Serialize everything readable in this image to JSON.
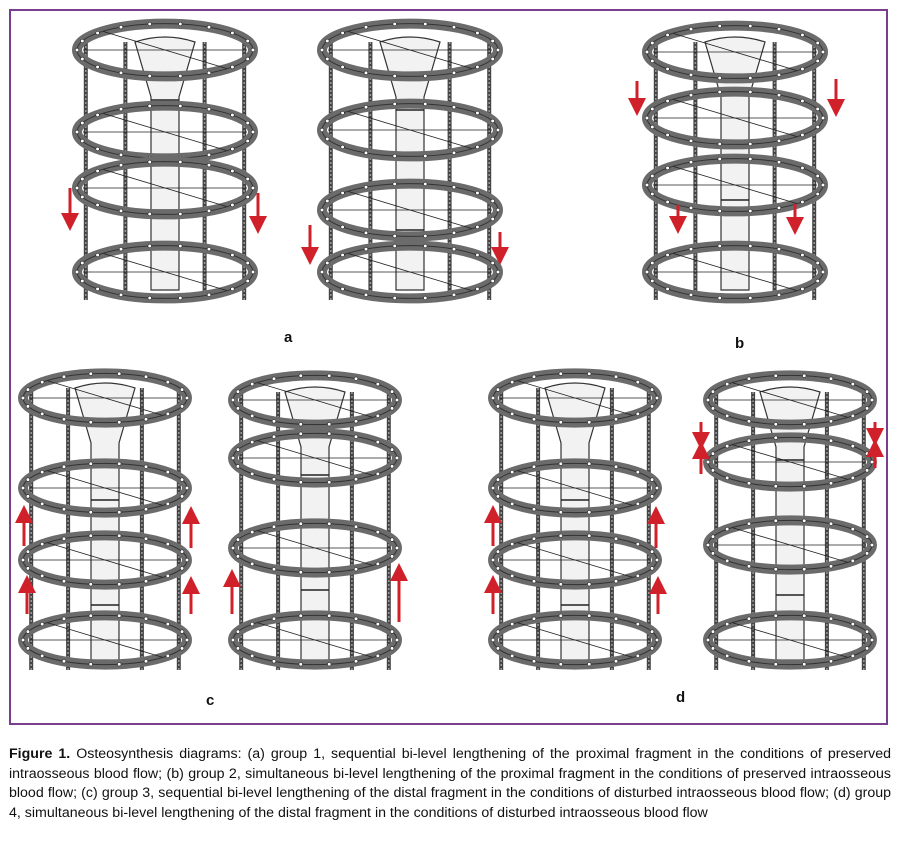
{
  "figure": {
    "panels": [
      {
        "id": "panel-a",
        "label": "a"
      },
      {
        "id": "panel-b",
        "label": "b"
      },
      {
        "id": "panel-c",
        "label": "c"
      },
      {
        "id": "panel-d",
        "label": "d"
      }
    ],
    "caption_label": "Figure 1.",
    "caption_text": " Osteosynthesis diagrams: (a) group 1, sequential bi-level lengthening of the proximal fragment in the conditions of preserved intraosseous blood flow; (b) group 2, simultaneous bi-level lengthening of the proximal fragment in the conditions of preserved intraosseous blood flow; (c) group 3, sequential bi-level lengthening of the distal fragment in the conditions of disturbed intraosseous blood flow; (d) group 4, simultaneous bi-level lengthening of the distal fragment in the conditions of disturbed intraosseous blood flow"
  },
  "colors": {
    "frame": "#7a3f8c",
    "arrow": "#d0202a",
    "metal": "#6b6b6b",
    "bone": "#f2f2f2"
  }
}
